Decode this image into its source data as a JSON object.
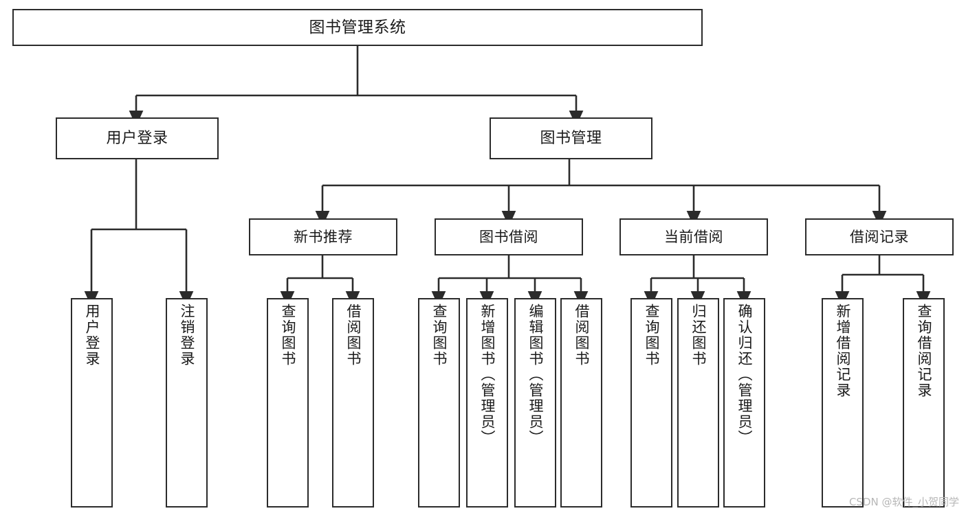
{
  "diagram": {
    "title": "图书管理系统",
    "type": "tree-hierarchy",
    "watermark": "CSDN @软件_小贺同学",
    "colors": {
      "background": "#ffffff",
      "node_border": "#2b2b2b",
      "node_fill": "#ffffff",
      "edge": "#2b2b2b",
      "text": "#1a1a1a",
      "watermark": "#b7b7b7"
    },
    "root": {
      "id": "root",
      "label": "图书管理系统"
    },
    "level1": [
      {
        "id": "user-login",
        "label": "用户登录"
      },
      {
        "id": "book-manage",
        "label": "图书管理"
      }
    ],
    "level2": [
      {
        "id": "new-book-rec",
        "label": "新书推荐",
        "parent": "book-manage"
      },
      {
        "id": "book-borrow",
        "label": "图书借阅",
        "parent": "book-manage"
      },
      {
        "id": "current-borrow",
        "label": "当前借阅",
        "parent": "book-manage"
      },
      {
        "id": "borrow-record",
        "label": "借阅记录",
        "parent": "book-manage"
      }
    ],
    "leaves": {
      "user-login": [
        {
          "id": "leaf-user-login",
          "label": "用户登录"
        },
        {
          "id": "leaf-logout",
          "label": "注销登录"
        }
      ],
      "new-book-rec": [
        {
          "id": "leaf-query-book-1",
          "label": "查询图书"
        },
        {
          "id": "leaf-borrow-book-1",
          "label": "借阅图书"
        }
      ],
      "book-borrow": [
        {
          "id": "leaf-query-book-2",
          "label": "查询图书"
        },
        {
          "id": "leaf-add-book",
          "label": "新增图书（管理员）"
        },
        {
          "id": "leaf-edit-book",
          "label": "编辑图书（管理员）"
        },
        {
          "id": "leaf-borrow-book-2",
          "label": "借阅图书"
        }
      ],
      "current-borrow": [
        {
          "id": "leaf-query-book-3",
          "label": "查询图书"
        },
        {
          "id": "leaf-return-book",
          "label": "归还图书"
        },
        {
          "id": "leaf-confirm-return",
          "label": "确认归还（管理员）"
        }
      ],
      "borrow-record": [
        {
          "id": "leaf-add-record",
          "label": "新增借阅记录"
        },
        {
          "id": "leaf-query-record",
          "label": "查询借阅记录"
        }
      ]
    }
  }
}
